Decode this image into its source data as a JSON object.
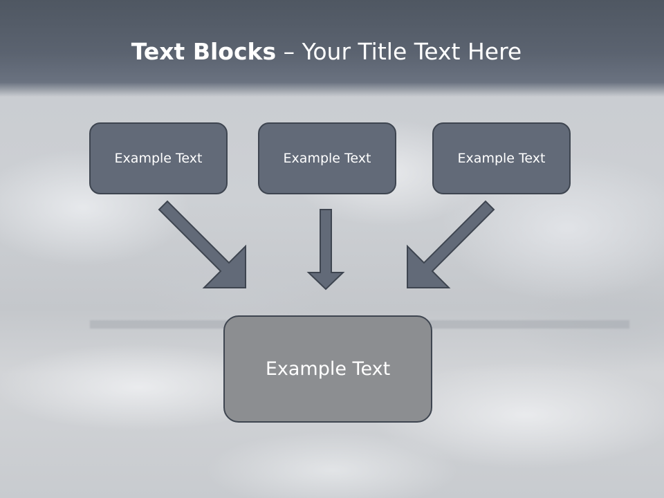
{
  "slide": {
    "title_bold": "Text Blocks",
    "title_rest": " – Your Title Text Here",
    "boxes": {
      "top_left": "Example Text",
      "top_center": "Example Text",
      "top_right": "Example Text",
      "bottom": "Example Text"
    }
  },
  "colors": {
    "header": "#535b67",
    "box_fill": "#626a78",
    "box_border": "#3e4550",
    "bottom_box_fill": "#8c8e91",
    "arrow_fill": "#626a78"
  }
}
